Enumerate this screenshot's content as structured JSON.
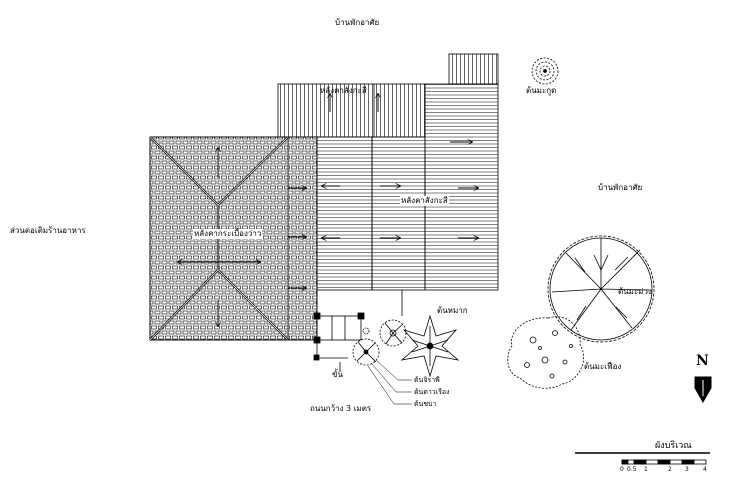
{
  "labels": {
    "neighbor_north": "บ้านพักอาศัย",
    "neighbor_east": "บ้านพักอาศัย",
    "neighbor_west": "ส่วนต่อเติมร้านอาหาร",
    "roof_tile_label": "หลังคากระเบื้องว่าว",
    "roof_zinc_top": "หลังคาสังกะสี",
    "roof_zinc_mid": "หลังคาสังกะสี",
    "tree_marigold": "ต้นมะกูด",
    "tree_mango": "ต้นมะม่วง",
    "tree_wampee": "ต้นมะเฟือง",
    "tree_sago": "ต้นหมาก",
    "tree_1": "ต้นจิราพี",
    "tree_2": "ต้นดาวเรือง",
    "tree_3": "ต้นชบา",
    "steps": "ขั้น",
    "road": "ถนนกว้าง 3 เมตร"
  },
  "title": "ผังบริเวณ",
  "north_letter": "N",
  "scale_ticks": [
    "0",
    "0.5",
    "1",
    "2",
    "3",
    "4"
  ]
}
